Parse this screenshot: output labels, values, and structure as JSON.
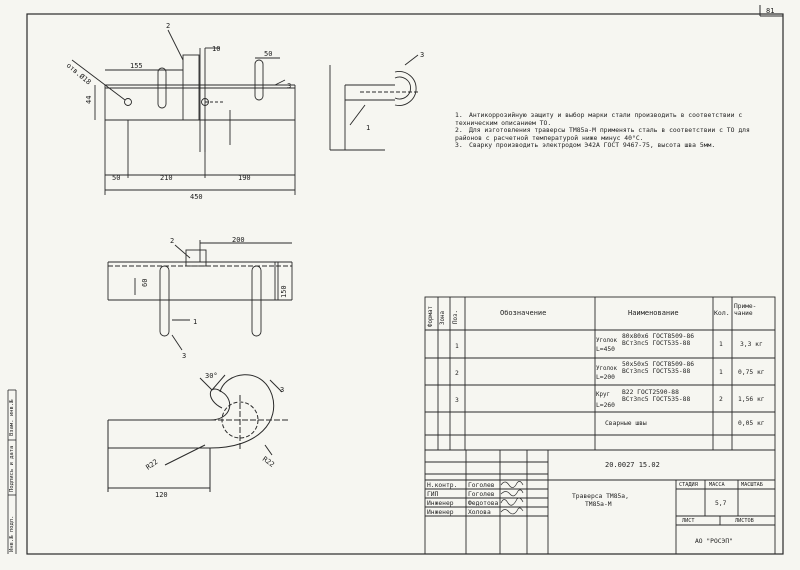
{
  "sheet": {
    "page_number": "81"
  },
  "notes": [
    {
      "num": "1.",
      "text": "Антикоррозийную защиту и выбор марки стали производить в соответствии с техническим описанием ТО."
    },
    {
      "num": "2.",
      "text": "Для изготовления траверсы ТМ85а-М применять сталь в соответствии с ТО для районов с расчетной температурой ниже минус 40°С."
    },
    {
      "num": "3.",
      "text": "Сварку производить электродом Э42А ГОСТ 9467-75, высота шва 5мм."
    }
  ],
  "dimensions": {
    "hole": "отв.Ø18",
    "d155": "155",
    "d50": "50",
    "d10": "10",
    "d44": "44",
    "d50b": "50",
    "d210": "210",
    "d190": "190",
    "d450": "450",
    "d200": "200",
    "d60": "60",
    "d150": "150",
    "angle30": "30°",
    "r22a": "R22",
    "r22b": "R22",
    "d120": "120"
  },
  "callouts": {
    "c1": "1",
    "c2": "2",
    "c3": "3"
  },
  "spec_table": {
    "headers": {
      "format": "Формат",
      "zone": "Зона",
      "pos": "Поз.",
      "designation": "Обозначение",
      "name": "Наименование",
      "qty": "Кол.",
      "note": "Приме-чание"
    },
    "rows": [
      {
        "pos": "1",
        "name_line1": "80х80х6 ГОСТ8509-86",
        "name_line2": "ВСт3пс5 ГОСТ535-88",
        "profile": "Уголок",
        "length": "L=450",
        "qty": "1",
        "note": "3,3 кг"
      },
      {
        "pos": "2",
        "name_line1": "50х50х5 ГОСТ8509-86",
        "name_line2": "ВСт3пс5 ГОСТ535-88",
        "profile": "Уголок",
        "length": "L=200",
        "qty": "1",
        "note": "0,75 кг"
      },
      {
        "pos": "3",
        "name_line1": "В22 ГОСТ2590-88",
        "name_line2": "ВСт3пс5 ГОСТ535-88",
        "profile": "Круг",
        "length": "L=260",
        "qty": "2",
        "note": "1,56 кг"
      }
    ],
    "weld_row": {
      "name": "Сварные швы",
      "note": "0,05 кг"
    }
  },
  "title_block": {
    "doc_number": "20.0027 15.02",
    "title_line1": "Траверса ТМ85а,",
    "title_line2": "ТМ85а-М",
    "stage_label": "СТАДИЯ",
    "mass_label": "МАССА",
    "scale_label": "МАСШТАБ",
    "mass_value": "5,7",
    "sheet_label": "ЛИСТ",
    "sheets_label": "ЛИСТОВ",
    "organization": "АО \"РОСЭП\"",
    "signers": [
      {
        "role": "Н.контр.",
        "name": "Гоголев"
      },
      {
        "role": "ГИП",
        "name": "Гоголев"
      },
      {
        "role": "Инженер",
        "name": "Федотова"
      },
      {
        "role": "Инженер",
        "name": "Холова"
      }
    ]
  },
  "side_stamp": {
    "inv_orig": "Инв.№ подл.",
    "sign_date": "Подпись и дата",
    "inv_dup": "Взам. инв.№"
  }
}
